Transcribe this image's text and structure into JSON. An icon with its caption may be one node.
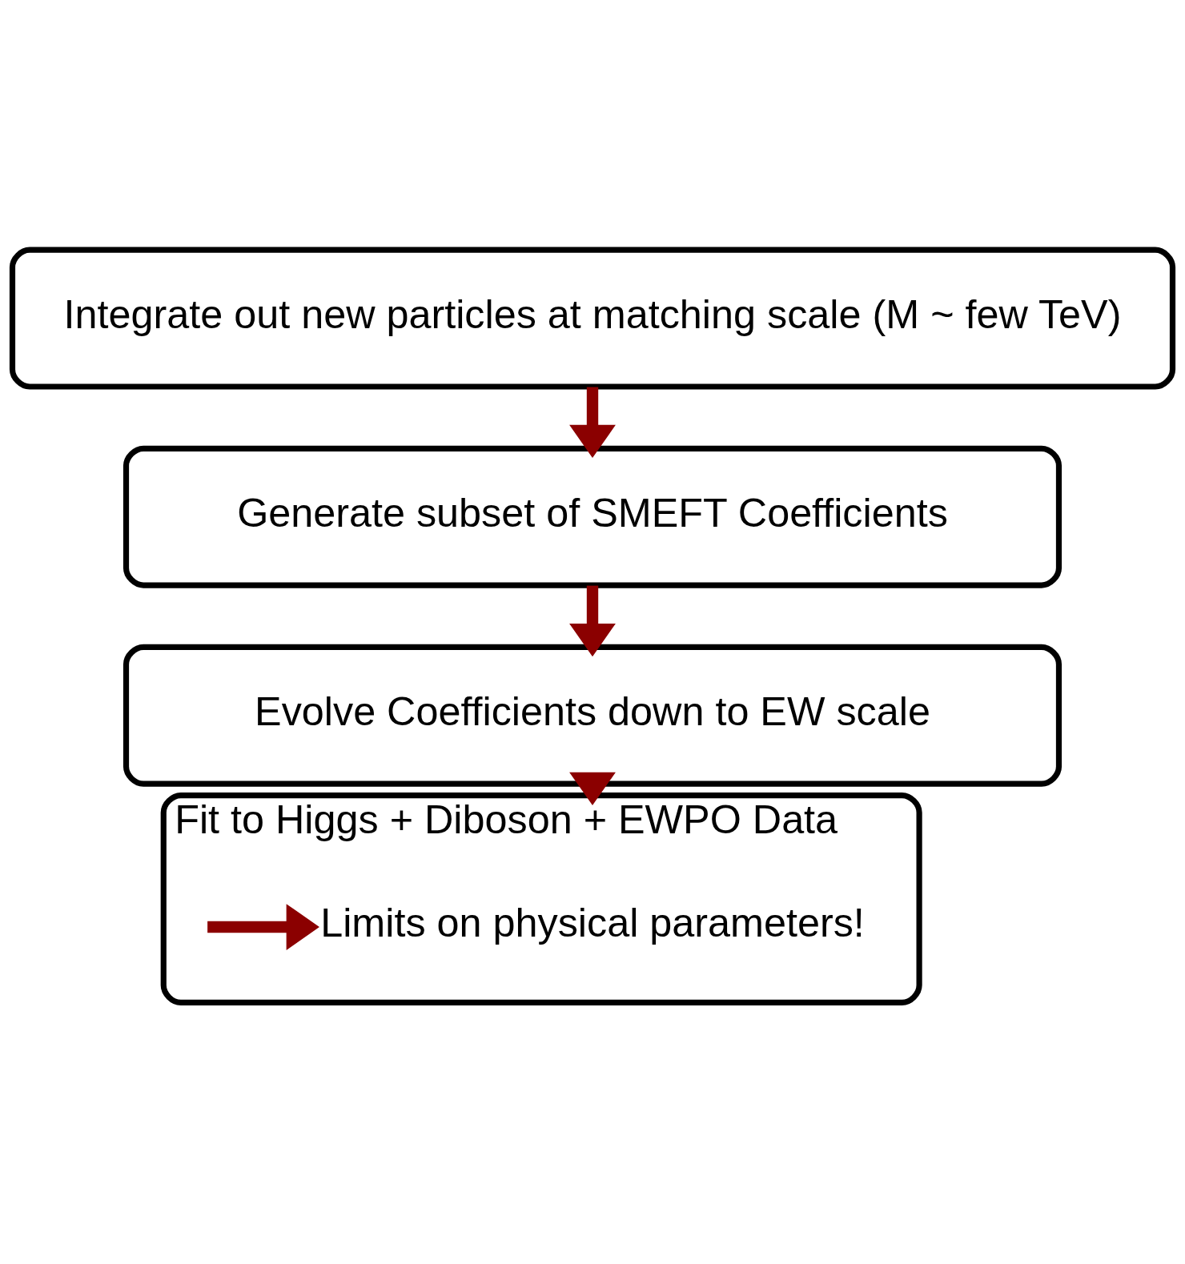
{
  "diagram": {
    "nodes": [
      {
        "text": [
          "Integrate out new particles at matching scale (M ~ few TeV)"
        ]
      },
      {
        "text": [
          "Generate subset of SMEFT Coefficients"
        ]
      },
      {
        "text": [
          "Evolve Coefficients down to EW scale"
        ]
      },
      {
        "text": [
          "Fit to Higgs + Diboson + EWPO Data"
        ]
      },
      {
        "text": [
          "Limits on physical parameters!"
        ],
        "in": 3
      }
    ],
    "edges": [
      {
        "from": 0,
        "to": 1,
        "arrow": "to"
      },
      {
        "from": 1,
        "to": 2,
        "arrow": "to"
      },
      {
        "from": 2,
        "to": 3,
        "arrow": "to"
      },
      {
        "from": null,
        "to": 4,
        "arrow": "to"
      }
    ]
  }
}
